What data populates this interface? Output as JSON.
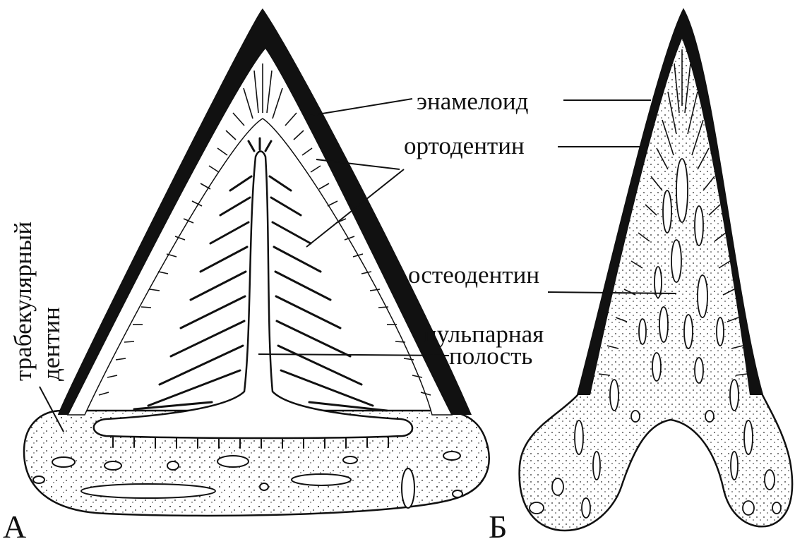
{
  "labels": {
    "enameloid": "энамелоид",
    "orthodentin": "ортодентин",
    "osteodentin": "остеодентин",
    "pulp_line1": "пульпарная",
    "pulp_line2": "полость",
    "trabecular_line1": "трабекулярный",
    "trabecular_line2": "дентин",
    "panel_a": "А",
    "panel_b": "Б"
  },
  "colors": {
    "ink": "#111111",
    "background": "#ffffff"
  }
}
